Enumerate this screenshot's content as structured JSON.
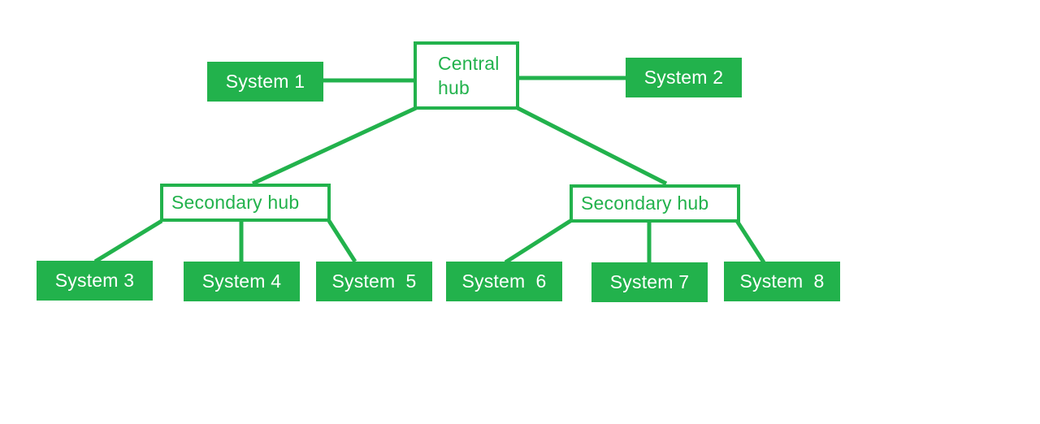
{
  "diagram": {
    "type": "network-topology-tree",
    "background_color": "#ffffff",
    "accent_color": "#22b24c",
    "node_fill_text_color": "#ffffff",
    "nodes": {
      "central_hub": {
        "label_line1": "Central",
        "label_line2": "hub",
        "style": "outlined"
      },
      "secondary_hub_left": {
        "label": "Secondary hub",
        "style": "outlined"
      },
      "secondary_hub_right": {
        "label": "Secondary hub",
        "style": "outlined"
      },
      "system_1": {
        "label": "System 1",
        "style": "filled"
      },
      "system_2": {
        "label": "System 2",
        "style": "filled"
      },
      "system_3": {
        "label": "System 3",
        "style": "filled"
      },
      "system_4": {
        "label": "System 4",
        "style": "filled"
      },
      "system_5": {
        "label": "System  5",
        "style": "filled"
      },
      "system_6": {
        "label": "System  6",
        "style": "filled"
      },
      "system_7": {
        "label": "System 7",
        "style": "filled"
      },
      "system_8": {
        "label": "System  8",
        "style": "filled"
      }
    },
    "edges": [
      {
        "from": "system_1",
        "to": "central_hub",
        "shape": "horizontal"
      },
      {
        "from": "central_hub",
        "to": "system_2",
        "shape": "horizontal"
      },
      {
        "from": "central_hub",
        "to": "secondary_hub_left",
        "shape": "diagonal"
      },
      {
        "from": "central_hub",
        "to": "secondary_hub_right",
        "shape": "diagonal"
      },
      {
        "from": "secondary_hub_left",
        "to": "system_3",
        "shape": "diagonal"
      },
      {
        "from": "secondary_hub_left",
        "to": "system_4",
        "shape": "vertical"
      },
      {
        "from": "secondary_hub_left",
        "to": "system_5",
        "shape": "diagonal"
      },
      {
        "from": "secondary_hub_right",
        "to": "system_6",
        "shape": "diagonal"
      },
      {
        "from": "secondary_hub_right",
        "to": "system_7",
        "shape": "vertical"
      },
      {
        "from": "secondary_hub_right",
        "to": "system_8",
        "shape": "diagonal"
      }
    ]
  }
}
